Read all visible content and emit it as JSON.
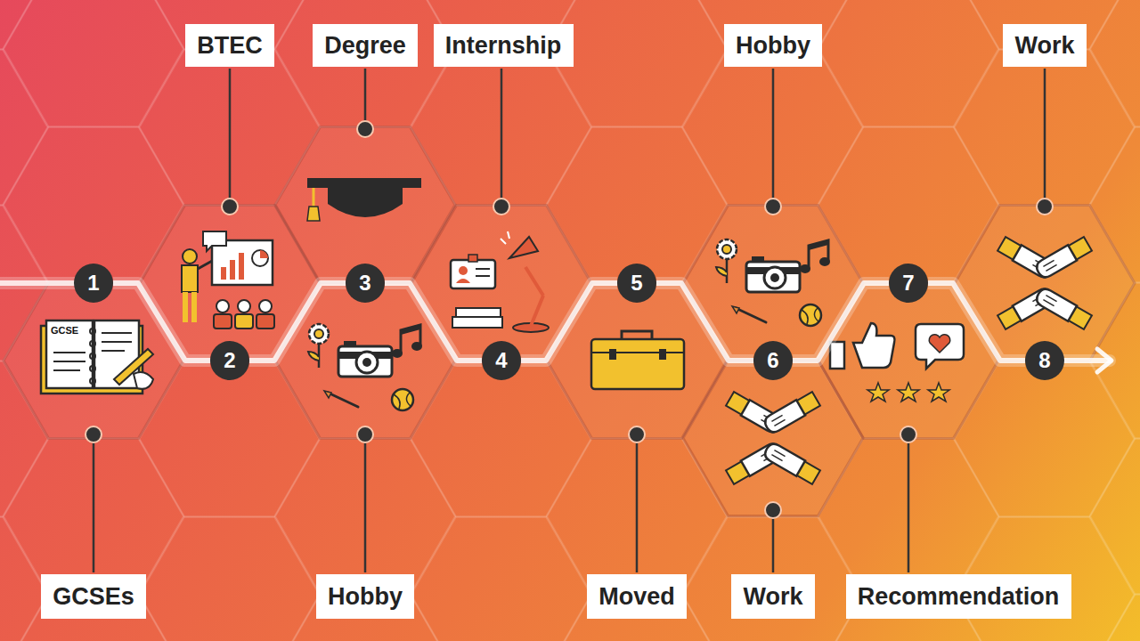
{
  "diagram": {
    "nodes": [
      {
        "text": [
          "BTEC"
        ]
      },
      {
        "text": [
          "Degree"
        ]
      },
      {
        "text": [
          "Internship"
        ]
      },
      {
        "text": [
          "Hobby"
        ]
      },
      {
        "text": [
          "Work"
        ]
      },
      {
        "text": [
          "1"
        ]
      },
      {
        "text": [
          "2"
        ]
      },
      {
        "text": [
          "3"
        ]
      },
      {
        "text": [
          "4"
        ]
      },
      {
        "text": [
          "5"
        ]
      },
      {
        "text": [
          "6"
        ]
      },
      {
        "text": [
          "7"
        ]
      },
      {
        "text": [
          "8"
        ]
      },
      {
        "text": [
          "GCSEs"
        ]
      },
      {
        "text": [
          "Hobby"
        ]
      },
      {
        "text": [
          "Moved"
        ]
      },
      {
        "text": [
          "Work"
        ]
      },
      {
        "text": [
          "Recommendation"
        ]
      }
    ],
    "edges": [
      {
        "from": 5,
        "to": 6,
        "arrow": "none"
      },
      {
        "from": 6,
        "to": 7,
        "arrow": "none"
      },
      {
        "from": 7,
        "to": 8,
        "arrow": "none"
      },
      {
        "from": 8,
        "to": 9,
        "arrow": "none"
      },
      {
        "from": 9,
        "to": 10,
        "arrow": "none"
      },
      {
        "from": 10,
        "to": 11,
        "arrow": "none"
      },
      {
        "from": 11,
        "to": 12,
        "arrow": "none"
      }
    ],
    "labels": [
      "GCSE"
    ]
  }
}
